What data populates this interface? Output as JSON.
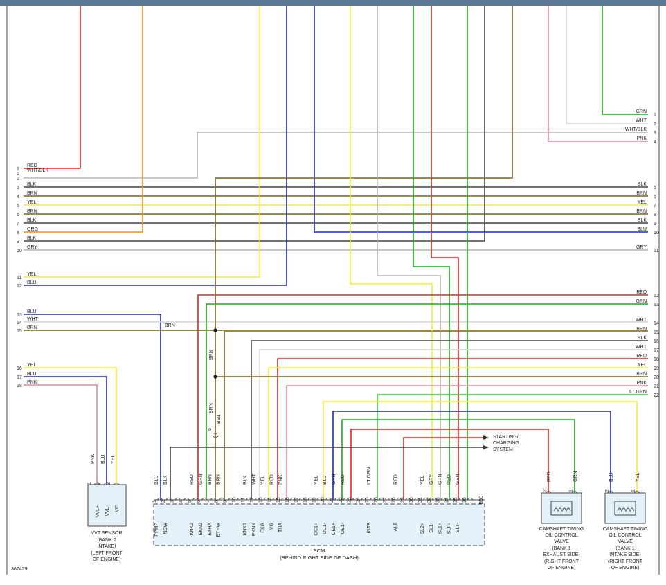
{
  "diagram_id": "367429",
  "left_pins": [
    {
      "n": "1",
      "label": "RED"
    },
    {
      "n": "1",
      "label": "WHT/BLK"
    },
    {
      "n": "2",
      "label": ""
    },
    {
      "n": "3",
      "label": "BLK"
    },
    {
      "n": "4",
      "label": "BRN"
    },
    {
      "n": "5",
      "label": "YEL"
    },
    {
      "n": "6",
      "label": "BRN"
    },
    {
      "n": "7",
      "label": "BLK"
    },
    {
      "n": "8",
      "label": "ORG"
    },
    {
      "n": "9",
      "label": "BLK"
    },
    {
      "n": "10",
      "label": "GRY"
    },
    {
      "n": "11",
      "label": "YEL"
    },
    {
      "n": "12",
      "label": "BLU"
    },
    {
      "n": "13",
      "label": "BLU"
    },
    {
      "n": "14",
      "label": "WHT"
    },
    {
      "n": "15",
      "label": "BRN"
    },
    {
      "n": "16",
      "label": "YEL"
    },
    {
      "n": "17",
      "label": "BLU"
    },
    {
      "n": "18",
      "label": "PNK"
    }
  ],
  "right_pins_top": [
    {
      "n": "1",
      "label": "GRN"
    },
    {
      "n": "2",
      "label": "WHT"
    },
    {
      "n": "3",
      "label": "WHT/BLK"
    },
    {
      "n": "4",
      "label": "PNK"
    }
  ],
  "right_pins": [
    {
      "n": "5",
      "label": "BLK"
    },
    {
      "n": "6",
      "label": "BRN"
    },
    {
      "n": "7",
      "label": "YEL"
    },
    {
      "n": "8",
      "label": "BRN"
    },
    {
      "n": "9",
      "label": "BLK"
    },
    {
      "n": "10",
      "label": "BLU"
    },
    {
      "n": "11",
      "label": "GRY"
    },
    {
      "n": "12",
      "label": "RED"
    },
    {
      "n": "13",
      "label": "GRN"
    },
    {
      "n": "14",
      "label": "WHT"
    },
    {
      "n": "15",
      "label": "BRN"
    },
    {
      "n": "16",
      "label": "BLK"
    },
    {
      "n": "17",
      "label": "WHT"
    },
    {
      "n": "18",
      "label": "RED"
    },
    {
      "n": "19",
      "label": "YEL"
    },
    {
      "n": "20",
      "label": "BRN"
    },
    {
      "n": "21",
      "label": "PNK"
    },
    {
      "n": "22",
      "label": "LT GRN"
    }
  ],
  "ecm": {
    "title": "ECM",
    "subtitle": "(BEHIND RIGHT SIDE OF DASH)",
    "connector": "B50",
    "pins": [
      {
        "n": "1",
        "sig": "PPMP",
        "wire": "BLU"
      },
      {
        "n": "2",
        "sig": "NSW",
        "wire": "BLK"
      },
      {
        "n": "3",
        "sig": "",
        "wire": ""
      },
      {
        "n": "4",
        "sig": "",
        "wire": ""
      },
      {
        "n": "5",
        "sig": "KNK2",
        "wire": "RED"
      },
      {
        "n": "6",
        "sig": "EKN2",
        "wire": "GRN"
      },
      {
        "n": "7",
        "sig": "ETHA",
        "wire": "BRN"
      },
      {
        "n": "8",
        "sig": "ETHW",
        "wire": "BRN"
      },
      {
        "n": "9",
        "sig": "",
        "wire": ""
      },
      {
        "n": "10",
        "sig": "",
        "wire": ""
      },
      {
        "n": "11",
        "sig": "KNK1",
        "wire": "BLK"
      },
      {
        "n": "12",
        "sig": "EKNK",
        "wire": "WHT"
      },
      {
        "n": "13",
        "sig": "EXG",
        "wire": "YEL"
      },
      {
        "n": "14",
        "sig": "VG",
        "wire": "RED"
      },
      {
        "n": "15",
        "sig": "THA",
        "wire": "PNK"
      },
      {
        "n": "16",
        "sig": "",
        "wire": ""
      },
      {
        "n": "17",
        "sig": "",
        "wire": ""
      },
      {
        "n": "18",
        "sig": "",
        "wire": ""
      },
      {
        "n": "19",
        "sig": "OC1+",
        "wire": "YEL"
      },
      {
        "n": "20",
        "sig": "OC1-",
        "wire": "BLU"
      },
      {
        "n": "21",
        "sig": "OE1+",
        "wire": "GRN"
      },
      {
        "n": "22",
        "sig": "OE1-",
        "wire": "RED"
      },
      {
        "n": "23",
        "sig": "",
        "wire": ""
      },
      {
        "n": "24",
        "sig": "",
        "wire": ""
      },
      {
        "n": "25",
        "sig": "IGT8",
        "wire": "LT GRN"
      },
      {
        "n": "26",
        "sig": "",
        "wire": ""
      },
      {
        "n": "27",
        "sig": "",
        "wire": ""
      },
      {
        "n": "28",
        "sig": "ALT",
        "wire": "RED"
      },
      {
        "n": "29",
        "sig": "",
        "wire": ""
      },
      {
        "n": "30",
        "sig": "",
        "wire": ""
      },
      {
        "n": "31",
        "sig": "SL2+",
        "wire": "YEL"
      },
      {
        "n": "32",
        "sig": "SL1-",
        "wire": "GRY"
      },
      {
        "n": "33",
        "sig": "SL1+",
        "wire": "GRN"
      },
      {
        "n": "34",
        "sig": "SLT+",
        "wire": "RED"
      },
      {
        "n": "35",
        "sig": "SLT-",
        "wire": "GRN"
      },
      {
        "n": "36",
        "sig": "",
        "wire": ""
      }
    ]
  },
  "vvt_sensor": {
    "title": "VVT SENSOR",
    "desc": [
      "(BANK 2",
      "INTAKE)",
      "(LEFT FRONT",
      "OF ENGINE)"
    ],
    "pins": [
      {
        "n": "1",
        "sig": "VVL+",
        "wire": "PNK"
      },
      {
        "n": "2",
        "sig": "VVL-",
        "wire": "BLU"
      },
      {
        "n": "3",
        "sig": "VC",
        "wire": "YEL"
      }
    ]
  },
  "ocv_exhaust": {
    "title": [
      "CAMSHAFT TIMING",
      "OIL CONTROL",
      "VALVE"
    ],
    "desc": [
      "(BANK 1",
      "EXHAUST SIDE)",
      "(RIGHT FRONT",
      "OF ENGINE)"
    ],
    "pins": [
      {
        "n": "2",
        "wire": "RED"
      },
      {
        "n": "1",
        "wire": "GRN"
      }
    ]
  },
  "ocv_intake": {
    "title": [
      "CAMSHAFT TIMING",
      "OIL CONTROL",
      "VALVE"
    ],
    "desc": [
      "(BANK 1",
      "INTAKE SIDE)",
      "(RIGHT FRONT",
      "OF ENGINE)"
    ],
    "pins": [
      {
        "n": "2",
        "wire": "BLU"
      },
      {
        "n": "1",
        "wire": "YEL"
      }
    ]
  },
  "starting_charging": [
    "STARTING/",
    "CHARGING",
    "SYSTEM"
  ],
  "splice": "BB1",
  "splice_pin": "5",
  "mid_labels": {
    "brn_15": "BRN",
    "brn_vertical_a": "BRN",
    "brn_vertical_b": "BRN"
  },
  "vvt_wire_labels": [
    "PNK",
    "BLU",
    "YEL"
  ],
  "colors": {
    "RED": "#e8231f",
    "WHT/BLK": "#b8b8b8",
    "BLK": "#444444",
    "BRN": "#7a6010",
    "YEL": "#f6ef29",
    "ORG": "#f08a1c",
    "GRY": "#b4b4b4",
    "BLU": "#1c28c8",
    "WHT": "#d4d4d4",
    "PNK": "#f0849e",
    "GRN": "#1ea81e",
    "LT GRN": "#2cd82c"
  }
}
